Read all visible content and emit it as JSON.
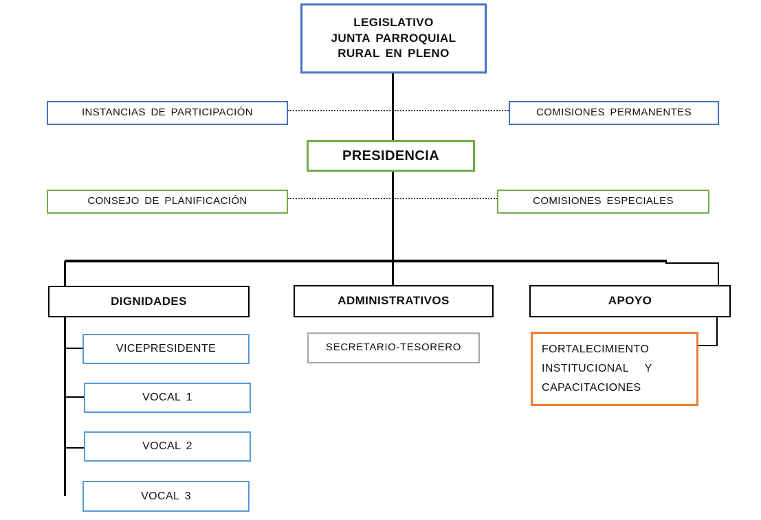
{
  "diagram": {
    "type": "org-chart",
    "nodes": {
      "legislativo": {
        "line1": "LEGISLATIVO",
        "line2": "JUNTA PARROQUIAL",
        "line3": "RURAL EN PLENO"
      },
      "instancias": {
        "label": "INSTANCIAS DE PARTICIPACIÓN"
      },
      "comisiones_permanentes": {
        "label": "COMISIONES PERMANENTES"
      },
      "presidencia": {
        "label": "PRESIDENCIA"
      },
      "consejo_planificacion": {
        "label": "CONSEJO DE PLANIFICACIÓN"
      },
      "comisiones_especiales": {
        "label": "COMISIONES ESPECIALES"
      },
      "dignidades": {
        "label": "DIGNIDADES"
      },
      "administrativos": {
        "label": "ADMINISTRATIVOS"
      },
      "apoyo": {
        "label": "APOYO"
      },
      "vicepresidente": {
        "label": "VICEPRESIDENTE"
      },
      "vocal1": {
        "label": "VOCAL 1"
      },
      "vocal2": {
        "label": "VOCAL 2"
      },
      "vocal3": {
        "label": "VOCAL 3"
      },
      "secretario_tesorero": {
        "label": "SECRETARIO-TESORERO"
      },
      "fortalecimiento": {
        "line1": "FORTALECIMIENTO",
        "line2": "INSTITUCIONAL   Y",
        "line3": "CAPACITACIONES"
      }
    },
    "colors": {
      "primary_blue": "#4472C4",
      "light_blue": "#5B9BD5",
      "green": "#70AD47",
      "orange": "#ED7D31",
      "gray": "#A6A6A6",
      "connector": "#000000"
    }
  }
}
